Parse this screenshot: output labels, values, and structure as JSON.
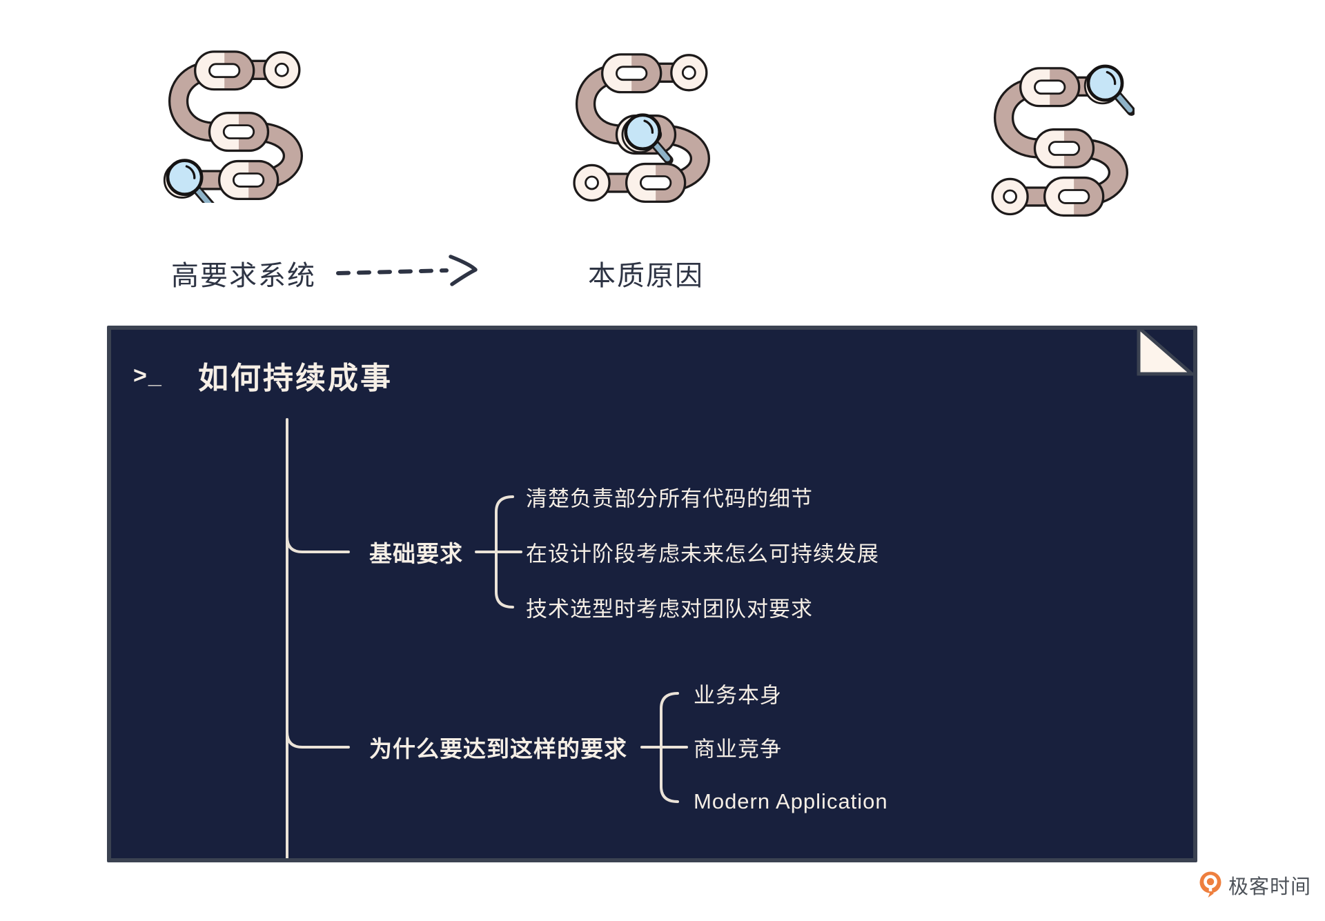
{
  "top": {
    "label_left": "高要求系统",
    "label_right": "本质原因",
    "arrow_icon": "dashed-arrow-right",
    "illustrations": [
      "chain-links-magnifier-bottom-left",
      "chain-links-magnifier-center",
      "chain-links-magnifier-top-right"
    ]
  },
  "card": {
    "prompt": ">_",
    "title": "如何持续成事",
    "corner_icon": "page-fold",
    "tree": {
      "branches": [
        {
          "label": "基础要求",
          "children": [
            "清楚负责部分所有代码的细节",
            "在设计阶段考虑未来怎么可持续发展",
            "技术选型时考虑对团队对要求"
          ]
        },
        {
          "label": "为什么要达到这样的要求",
          "children": [
            "业务本身",
            "商业竞争",
            "Modern Application"
          ]
        }
      ]
    }
  },
  "footer": {
    "brand": "极客时间",
    "brand_icon": "geektime-logo"
  },
  "colors": {
    "card_background": "#18203d",
    "card_border": "#3b4251",
    "card_text": "#f6efe6",
    "tree_line": "#ebe3d8",
    "top_text": "#2e3444",
    "link_cream": "#fbf1ea",
    "link_mauve": "#c2a8a1",
    "outline_dark": "#1d1a1a",
    "magnifier_glass": "#c6e5f7",
    "magnifier_handle": "#8fb3c8",
    "fold_fill": "#fdf4ec",
    "brand_orange": "#ee7f3e",
    "brand_text_color": "#4e535a"
  }
}
